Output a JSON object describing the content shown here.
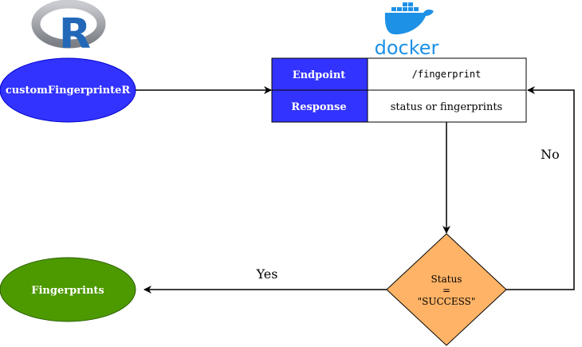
{
  "logos": {
    "r_letter": "R",
    "docker_word": "docker"
  },
  "nodes": {
    "client": {
      "label": "customFingerprinteR",
      "color": "#3333ff"
    },
    "result": {
      "label": "Fingerprints",
      "color": "#4d9900"
    },
    "decision": {
      "line1": "Status",
      "line2": "=",
      "line3": "\"SUCCESS\"",
      "color": "#ffb366"
    }
  },
  "table": {
    "header_color": "#3333ff",
    "rows": [
      {
        "key": "Endpoint",
        "value": "/fingerprint"
      },
      {
        "key": "Response",
        "value": "status or fingerprints"
      }
    ]
  },
  "edges": {
    "yes_label": "Yes",
    "no_label": "No"
  },
  "colors": {
    "docker_blue": "#1d91e6",
    "r_blue": "#2368b8",
    "r_ring": "#9a9ca2"
  }
}
